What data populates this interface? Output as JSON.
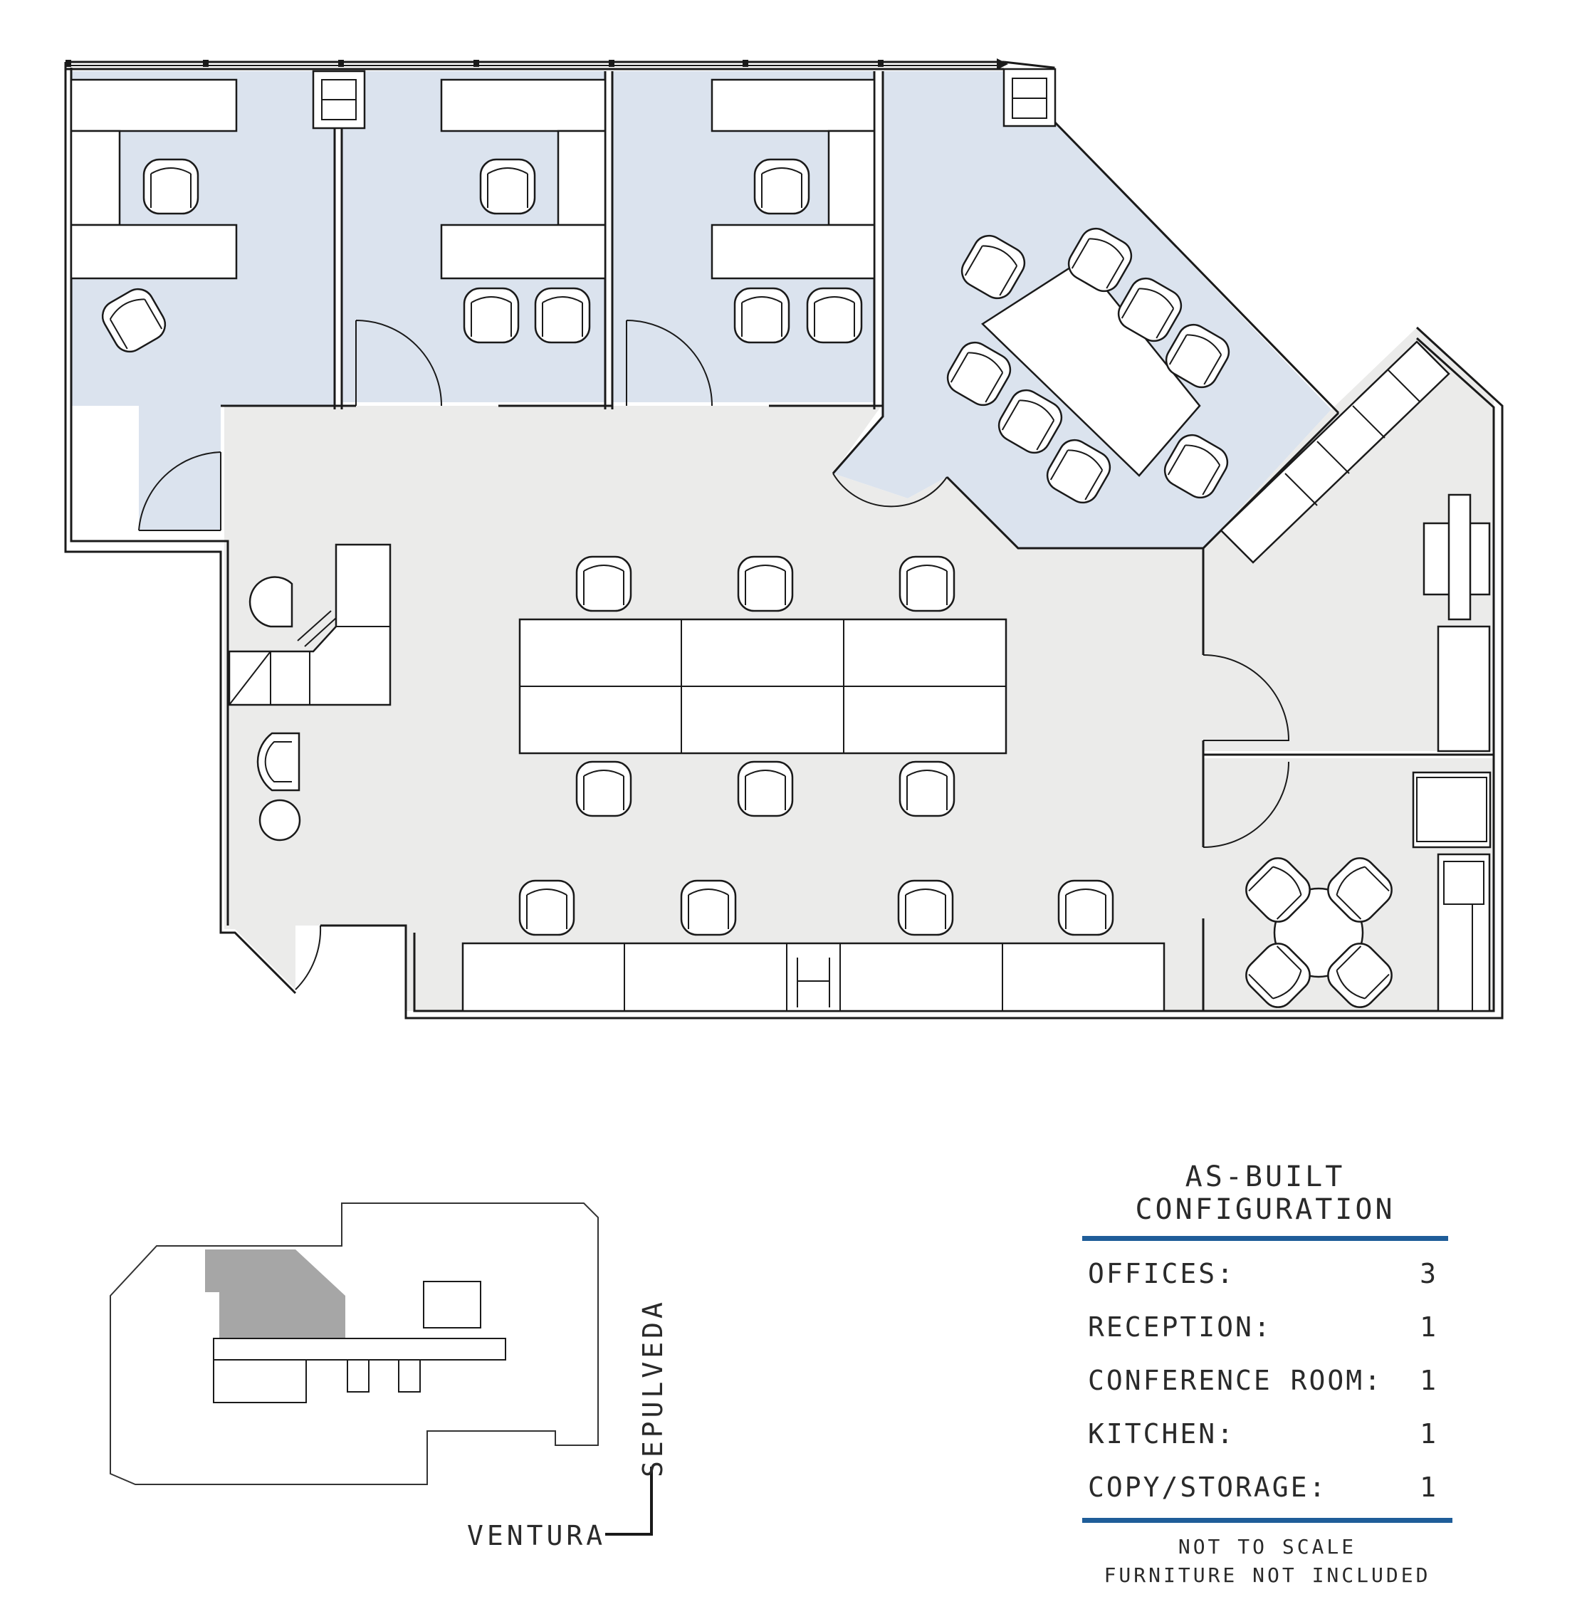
{
  "legend": {
    "title": "AS-BUILT CONFIGURATION",
    "rows": [
      {
        "label": "OFFICES:",
        "value": "3"
      },
      {
        "label": "RECEPTION:",
        "value": "1"
      },
      {
        "label": "CONFERENCE ROOM:",
        "value": "1"
      },
      {
        "label": "KITCHEN:",
        "value": "1"
      },
      {
        "label": "COPY/STORAGE:",
        "value": "1"
      }
    ],
    "note_line1": "NOT TO SCALE",
    "note_line2": "FURNITURE NOT INCLUDED",
    "accent_color": "#1f5d99"
  },
  "streets": {
    "horizontal": "VENTURA",
    "vertical": "SEPULVEDA"
  },
  "colors": {
    "office_fill": "#dbe3ee",
    "common_fill": "#ebebea",
    "highlight_fill": "#a6a6a6",
    "wall": "#1a1a1a"
  },
  "icons": [
    "chair-icon",
    "door-swing-icon",
    "table-icon",
    "compass-corner-icon"
  ]
}
